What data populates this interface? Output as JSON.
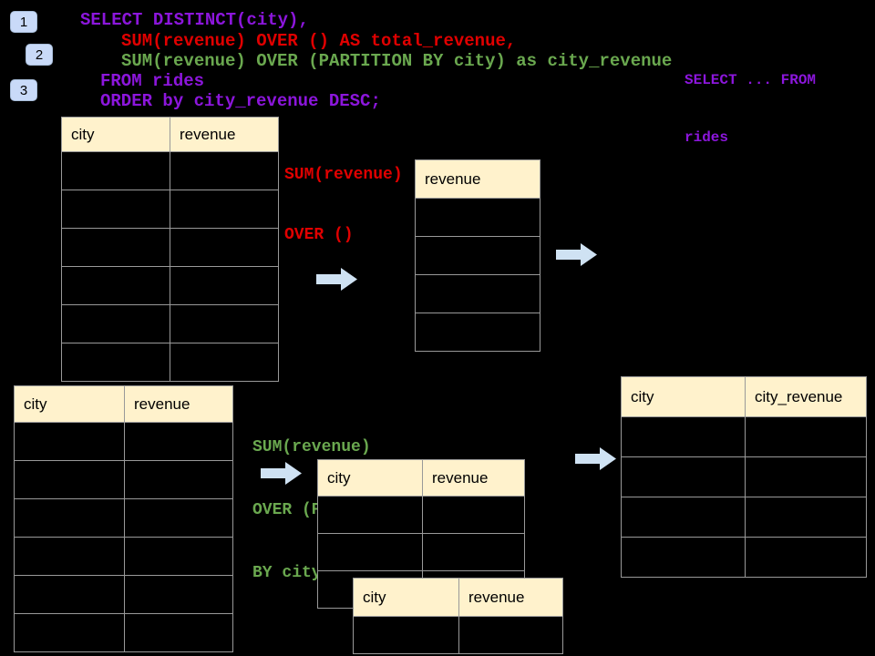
{
  "badges": {
    "one": "1",
    "two": "2",
    "three": "3"
  },
  "sql_code": {
    "line1": "SELECT DISTINCT(city),",
    "line2": "SUM(revenue) OVER () AS total_revenue,",
    "line3": "SUM(revenue) OVER (PARTITION BY city) as city_revenue",
    "line4": "FROM rides",
    "line5": "ORDER by city_revenue DESC;"
  },
  "corner_code": {
    "line1": "SELECT ... FROM",
    "line2": "rides"
  },
  "annotations": {
    "total_window": {
      "line1": "SUM(revenue)",
      "line2": "OVER ()"
    },
    "partition_window": {
      "line1": "SUM(revenue)",
      "line2": "OVER (PARTITION",
      "line3": "BY city)"
    }
  },
  "tables": {
    "source_top": {
      "headers": [
        "city",
        "revenue"
      ],
      "rows": 6
    },
    "total_result": {
      "headers": [
        "revenue"
      ],
      "rows": 4
    },
    "source_bottom": {
      "headers": [
        "city",
        "revenue"
      ],
      "rows": 6
    },
    "partition_step": {
      "headers": [
        "city",
        "revenue"
      ],
      "rows": 3
    },
    "partition_overlay": {
      "headers": [
        "city",
        "revenue"
      ],
      "rows": 1
    },
    "city_revenue_result": {
      "headers": [
        "city",
        "city_revenue"
      ],
      "rows": 4
    }
  },
  "colors": {
    "background": "#000000",
    "keyword_purple": "#8c16dc",
    "total_red": "#e00000",
    "partition_green": "#6aa84f",
    "table_header_fill": "#fff2cc",
    "table_border": "#999999",
    "arrow_fill": "#cfe2f3",
    "badge_fill": "#c9daf8"
  }
}
